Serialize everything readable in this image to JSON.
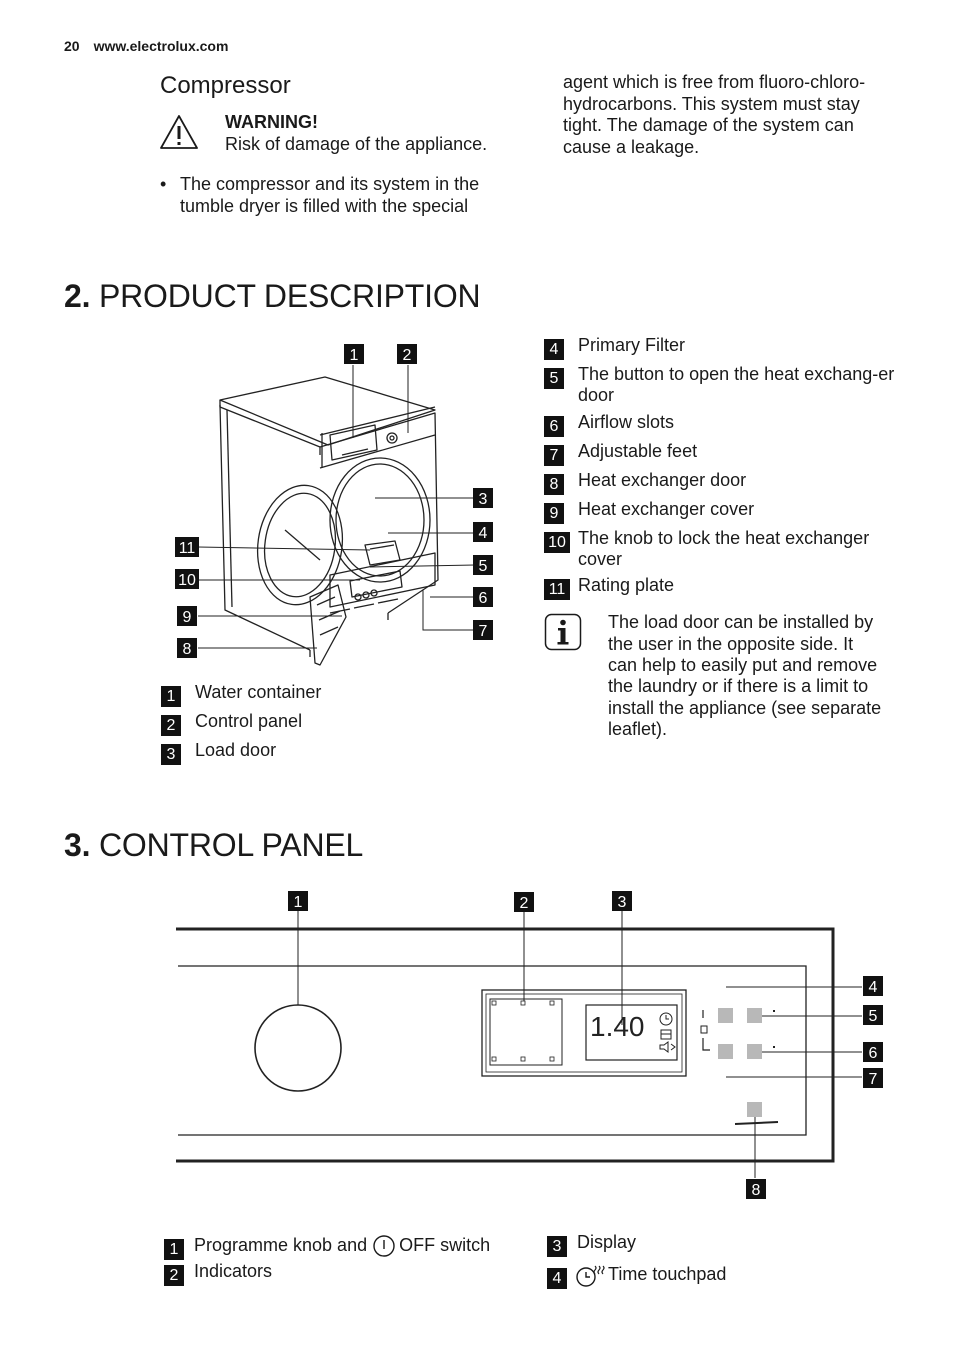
{
  "header": {
    "page_number": "20",
    "website": "www.electrolux.com"
  },
  "compressor": {
    "title": "Compressor",
    "warning_title": "WARNING!",
    "warning_text": "Risk of damage of the appliance.",
    "bullet_line1": "The compressor and its system in the",
    "bullet_line2": "tumble dryer is filled with the special",
    "right_line1": "agent which is free from fluoro-chloro-",
    "right_line2": "hydrocarbons. This system must stay",
    "right_line3": "tight. The damage of the system can",
    "right_line4": "cause a leakage."
  },
  "product_description": {
    "number": "2.",
    "title": "PRODUCT DESCRIPTION",
    "callouts": [
      "1",
      "2",
      "3",
      "4",
      "5",
      "6",
      "7",
      "8",
      "9",
      "10",
      "11"
    ],
    "legend_left": [
      {
        "num": "1",
        "label": "Water container"
      },
      {
        "num": "2",
        "label": "Control panel"
      },
      {
        "num": "3",
        "label": "Load door"
      }
    ],
    "legend_right": [
      {
        "num": "4",
        "label": "Primary Filter"
      },
      {
        "num": "5",
        "label": "The button to open the heat exchang-er door"
      },
      {
        "num": "6",
        "label": "Airflow slots"
      },
      {
        "num": "7",
        "label": "Adjustable feet"
      },
      {
        "num": "8",
        "label": "Heat exchanger door"
      },
      {
        "num": "9",
        "label": "Heat exchanger cover"
      },
      {
        "num": "10",
        "label": "The knob to lock the heat exchanger cover"
      },
      {
        "num": "11",
        "label": "Rating plate"
      }
    ],
    "info_line1": "The load door can be installed by",
    "info_line2": "the user in the opposite side. It",
    "info_line3": "can help to easily put and remove",
    "info_line4": "the laundry or if there is a limit to",
    "info_line5": "install the appliance (see separate",
    "info_line6": "leaflet)."
  },
  "control_panel": {
    "number": "3.",
    "title": "CONTROL PANEL",
    "callouts": [
      "1",
      "2",
      "3",
      "4",
      "5",
      "6",
      "7",
      "8"
    ],
    "display_time": "1.40",
    "legend": [
      {
        "num": "1",
        "label_before": "Programme knob and",
        "label_after": "OFF switch"
      },
      {
        "num": "2",
        "label": "Indicators"
      },
      {
        "num": "3",
        "label": "Display"
      },
      {
        "num": "4",
        "label": "Time touchpad"
      }
    ]
  }
}
